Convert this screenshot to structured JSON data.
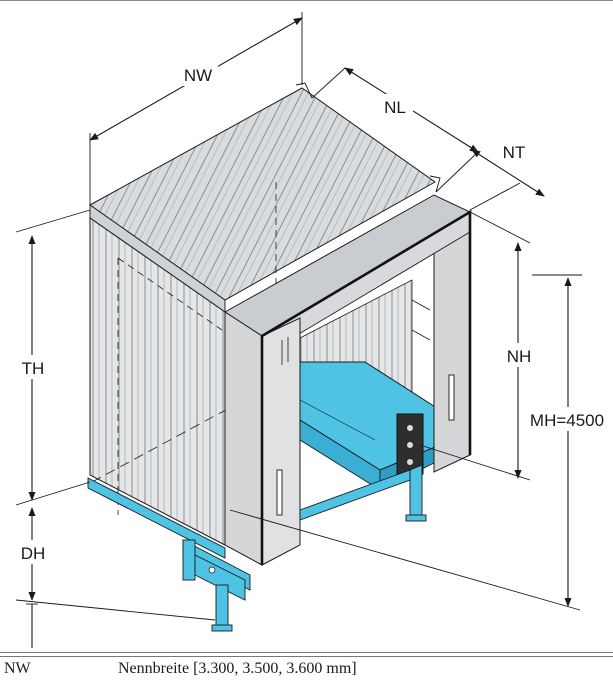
{
  "labels": {
    "nw": "NW",
    "nl": "NL",
    "nt": "NT",
    "th": "TH",
    "nh": "NH",
    "mh": "MH=4500",
    "dh": "DH"
  },
  "legend": [
    {
      "key": "NW",
      "description": "Nennbreite [3.300, 3.500, 3.600 mm]"
    }
  ],
  "colors": {
    "hood_panel": "#d4d6d8",
    "curtain": "#e6e8ea",
    "leveller": "#4fc3e4",
    "frame": "#1a1a1a",
    "line": "#1a1a1a"
  }
}
